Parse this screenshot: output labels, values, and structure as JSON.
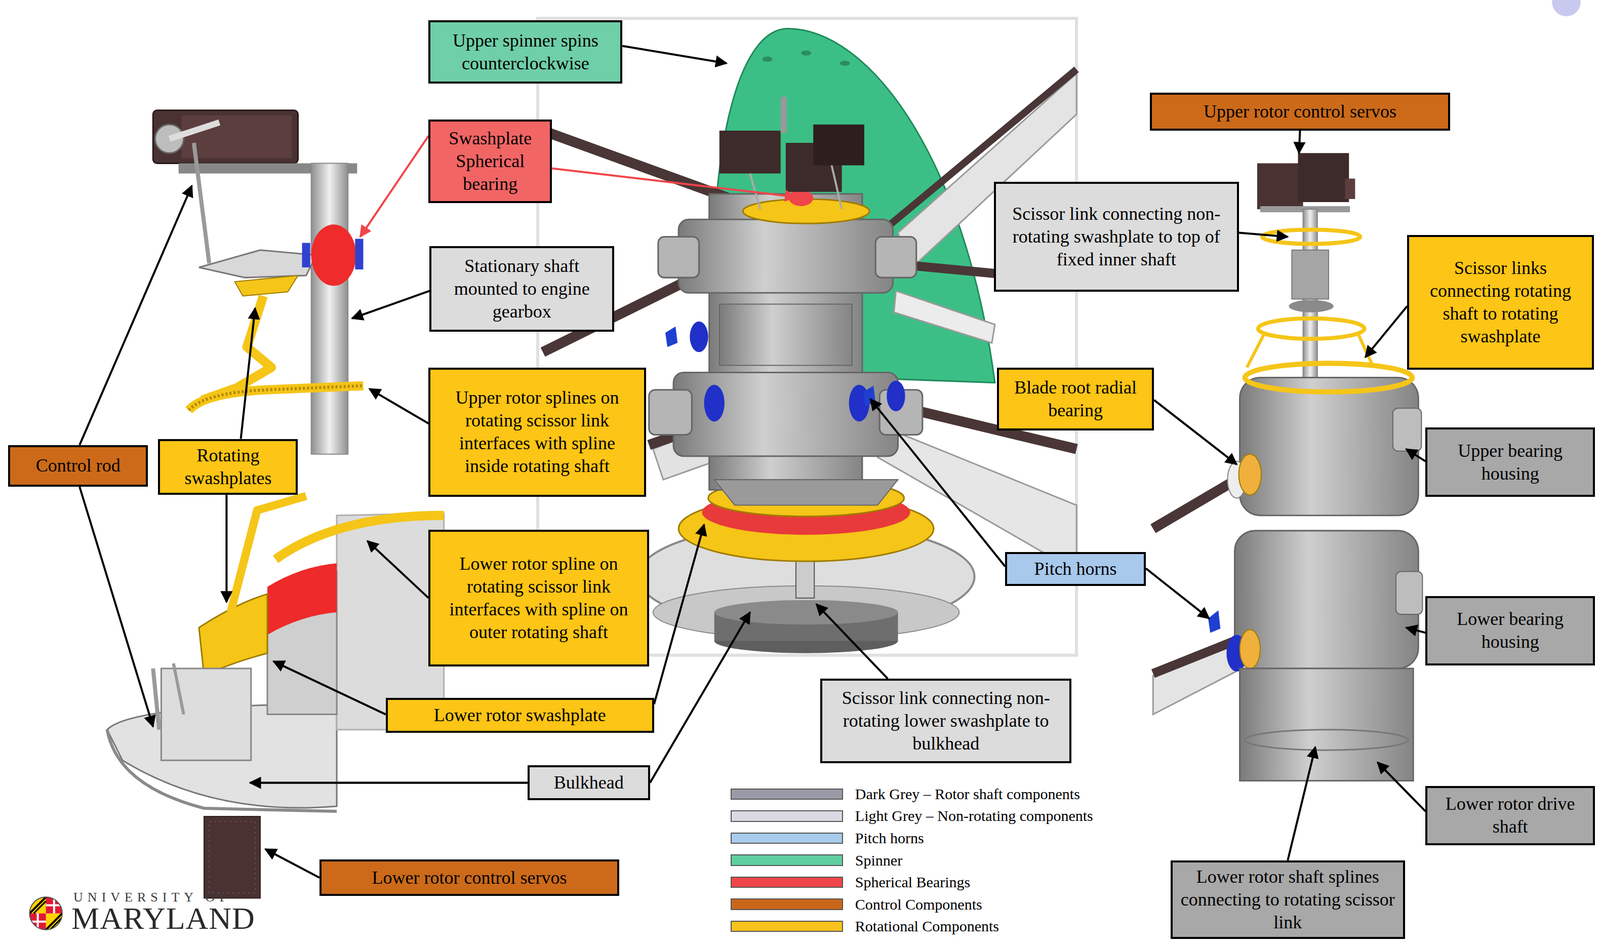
{
  "diagram": {
    "nodes": [
      {
        "text": [
          "Upper spinner spins counterclockwise"
        ]
      },
      {
        "text": [
          "Swashplate Spherical bearing"
        ]
      },
      {
        "text": [
          "Stationary shaft mounted to engine gearbox"
        ]
      },
      {
        "text": [
          "Upper rotor splines on rotating scissor link interfaces with spline inside rotating shaft"
        ]
      },
      {
        "text": [
          "Rotating swashplates"
        ]
      },
      {
        "text": [
          "Control rod"
        ]
      },
      {
        "text": [
          "Lower rotor spline on rotating scissor link interfaces with spline on outer rotating shaft"
        ]
      },
      {
        "text": [
          "Lower rotor swashplate"
        ]
      },
      {
        "text": [
          "Bulkhead"
        ]
      },
      {
        "text": [
          "Lower rotor control servos"
        ]
      },
      {
        "text": [
          "Upper rotor control servos"
        ]
      },
      {
        "text": [
          "Scissor link connecting non-rotating swashplate to top of fixed inner shaft"
        ]
      },
      {
        "text": [
          "Scissor links connecting rotating shaft to rotating swashplate"
        ]
      },
      {
        "text": [
          "Blade root radial bearing"
        ]
      },
      {
        "text": [
          "Upper bearing housing"
        ]
      },
      {
        "text": [
          "Pitch horns"
        ]
      },
      {
        "text": [
          "Lower bearing housing"
        ]
      },
      {
        "text": [
          "Scissor link connecting non-rotating lower swashplate to bulkhead"
        ]
      },
      {
        "text": [
          "Lower rotor drive shaft"
        ]
      },
      {
        "text": [
          "Lower rotor shaft splines connecting to rotating scissor link"
        ]
      }
    ],
    "labels": [
      "UNIVERSITY OF",
      "MARYLAND"
    ],
    "legend": [
      {
        "text": "Dark Grey – Rotor shaft components",
        "color": "#9a9aa8"
      },
      {
        "text": "Light Grey – Non-rotating components",
        "color": "#d9d9e3"
      },
      {
        "text": "Pitch horns",
        "color": "#a9cbec"
      },
      {
        "text": "Spinner",
        "color": "#5fcf9f"
      },
      {
        "text": "Spherical Bearings",
        "color": "#f0464b"
      },
      {
        "text": "Control Components",
        "color": "#c9661a"
      },
      {
        "text": "Rotational Components",
        "color": "#f7c21b"
      }
    ]
  }
}
